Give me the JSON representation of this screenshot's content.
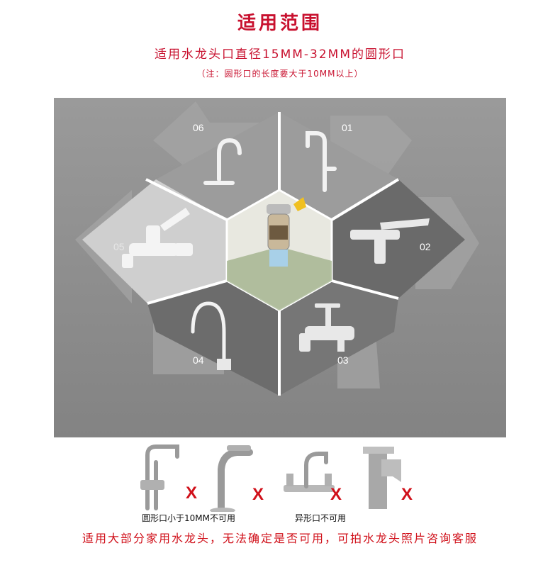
{
  "title": "适用范围",
  "subtitle": "适用水龙头口直径15MM-32MM的圆形口",
  "note": "（注：圆形口的长度要大于10MM以上）",
  "hex_labels": {
    "n01": "01",
    "n02": "02",
    "n03": "03",
    "n04": "04",
    "n05": "05",
    "n06": "06"
  },
  "not_applicable": {
    "mark": "X",
    "left_caption": "圆形口小于10MM不可用",
    "right_caption": "异形口不可用"
  },
  "footer": "适用大部分家用水龙头，无法确定是否可用，可拍水龙头照片咨询客服",
  "colors": {
    "accent_red": "#c8102e",
    "panel_gray": "#8e8e8e"
  }
}
